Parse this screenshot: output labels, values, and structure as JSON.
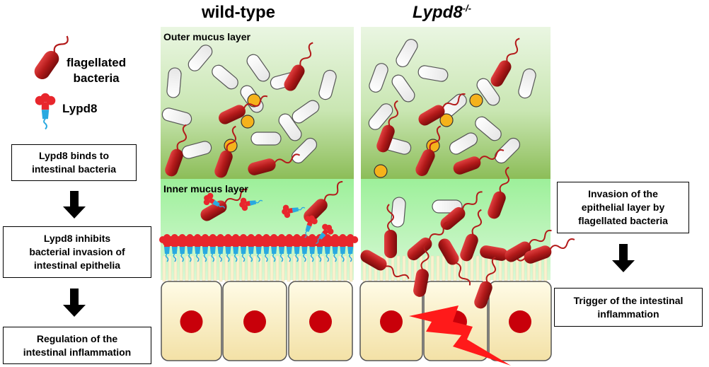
{
  "header": {
    "wild_type": "wild-type",
    "knockout_base": "Lypd8",
    "knockout_sup": "-/-"
  },
  "legend": {
    "bacteria_label": "flagellated\nbacteria",
    "lypd8_label": "Lypd8"
  },
  "layers": {
    "outer": "Outer mucus layer",
    "inner": "Inner mucus layer"
  },
  "left_flow": [
    "Lypd8 binds to\nintestinal bacteria",
    "Lypd8 inhibits\nbacterial invasion of\nintestinal epithelia",
    "Regulation of the\nintestinal inflammation"
  ],
  "right_flow": [
    "Invasion of the\nepithelial layer by\nflagellated bacteria",
    "Trigger of the intestinal\ninflammation"
  ],
  "colors": {
    "outer_top": "#eaf6e2",
    "outer_bottom": "#8fbf5c",
    "inner": "#b8f2b3",
    "bacteria": "#b31a1a",
    "lypd8_red": "#e8262c",
    "lypd8_blue": "#29a9e0",
    "cell_fill": "#fdf2c6",
    "nucleus": "#c8000a",
    "lightning": "#ff1a1a",
    "particle": "#f5b21b"
  }
}
